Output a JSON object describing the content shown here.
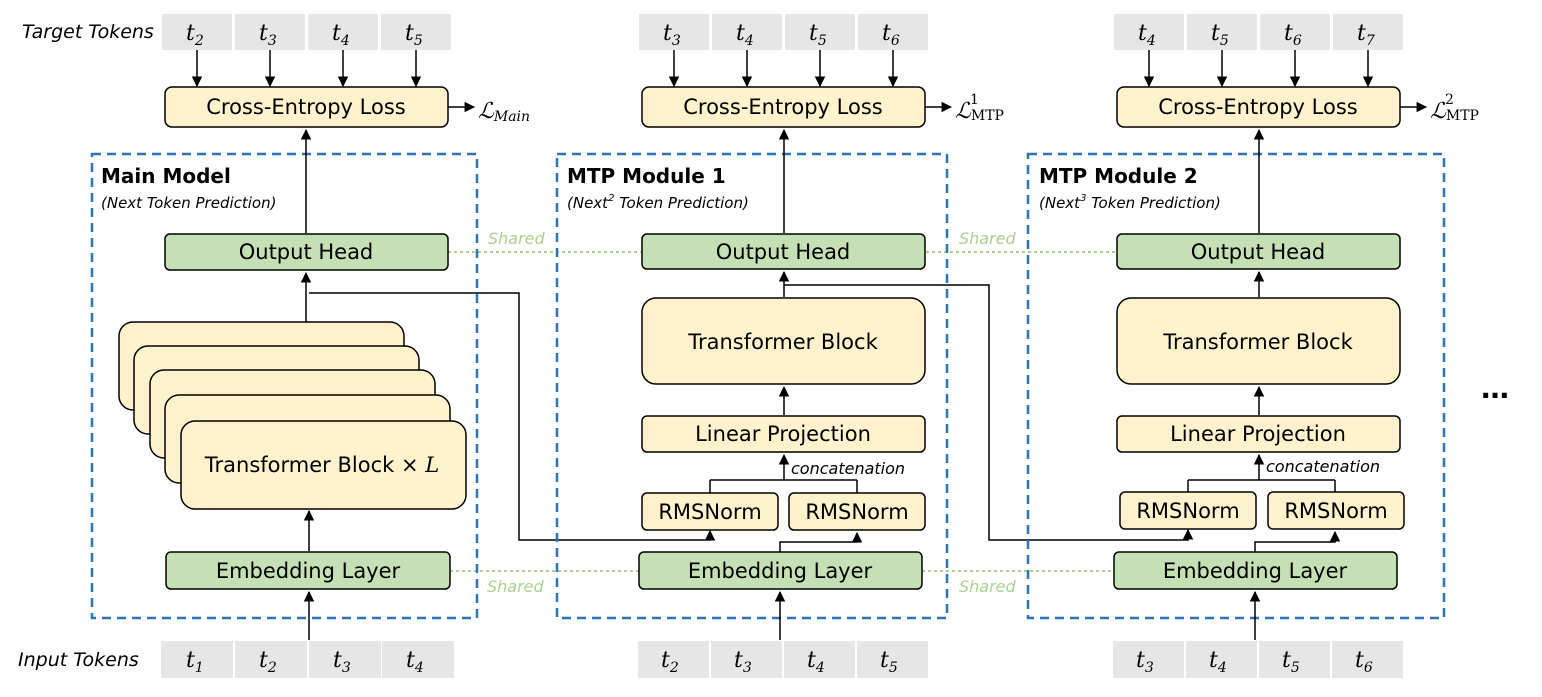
{
  "row_labels": {
    "target": "Target Tokens",
    "input": "Input Tokens"
  },
  "columns": [
    {
      "title": "Main Model",
      "subtitle": "(Next Token Prediction)",
      "subtitle_sup": "",
      "target_tokens": [
        [
          "t",
          "2"
        ],
        [
          "t",
          "3"
        ],
        [
          "t",
          "4"
        ],
        [
          "t",
          "5"
        ]
      ],
      "input_tokens": [
        [
          "t",
          "1"
        ],
        [
          "t",
          "2"
        ],
        [
          "t",
          "3"
        ],
        [
          "t",
          "4"
        ]
      ],
      "loss_label": "Cross-Entropy Loss",
      "loss_symbol": "ℒ",
      "loss_sub": "Main",
      "loss_sup": "",
      "output_head": "Output Head",
      "transformer": "Transformer Block × ",
      "transformer_var": "L",
      "embedding": "Embedding Layer"
    },
    {
      "title": "MTP Module 1",
      "subtitle_pre": "(Next",
      "subtitle_sup": "2",
      "subtitle_post": " Token Prediction)",
      "target_tokens": [
        [
          "t",
          "3"
        ],
        [
          "t",
          "4"
        ],
        [
          "t",
          "5"
        ],
        [
          "t",
          "6"
        ]
      ],
      "input_tokens": [
        [
          "t",
          "2"
        ],
        [
          "t",
          "3"
        ],
        [
          "t",
          "4"
        ],
        [
          "t",
          "5"
        ]
      ],
      "loss_label": "Cross-Entropy Loss",
      "loss_symbol": "ℒ",
      "loss_sub": "MTP",
      "loss_sup": "1",
      "output_head": "Output Head",
      "transformer": "Transformer Block",
      "linear": "Linear Projection",
      "concat": "concatenation",
      "rmsnorm_left": "RMSNorm",
      "rmsnorm_right": "RMSNorm",
      "embedding": "Embedding Layer"
    },
    {
      "title": "MTP Module 2",
      "subtitle_pre": "(Next",
      "subtitle_sup": "3",
      "subtitle_post": " Token Prediction)",
      "target_tokens": [
        [
          "t",
          "4"
        ],
        [
          "t",
          "5"
        ],
        [
          "t",
          "6"
        ],
        [
          "t",
          "7"
        ]
      ],
      "input_tokens": [
        [
          "t",
          "3"
        ],
        [
          "t",
          "4"
        ],
        [
          "t",
          "5"
        ],
        [
          "t",
          "6"
        ]
      ],
      "loss_label": "Cross-Entropy Loss",
      "loss_symbol": "ℒ",
      "loss_sub": "MTP",
      "loss_sup": "2",
      "output_head": "Output Head",
      "transformer": "Transformer Block",
      "linear": "Linear Projection",
      "concat": "concatenation",
      "rmsnorm_left": "RMSNorm",
      "rmsnorm_right": "RMSNorm",
      "embedding": "Embedding Layer"
    }
  ],
  "shared_label": "Shared",
  "ellipsis": "…",
  "colors": {
    "yellow_fill": "#fff2cc",
    "green_fill": "#c5e0b4",
    "token_fill": "#e7e6e6",
    "dashed_border": "#2e75b6",
    "shared_line": "#a9d18e"
  }
}
